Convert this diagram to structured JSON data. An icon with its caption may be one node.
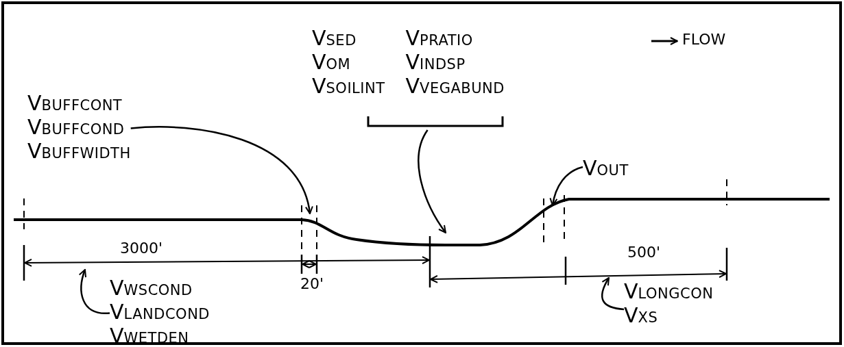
{
  "diagram": {
    "nodes": [
      {
        "text": [
          "V$_{BUFFCONT}$",
          "V$_{BUFFCOND}$",
          "V$_{BUFFWIDTH}$"
        ]
      },
      {
        "text": [
          "V$_{SED}$",
          "V$_{PRATIO}$",
          "V$_{OM}$",
          "V$_{INDSP}$",
          "V$_{SOILINT}$",
          "V$_{VEGABUND}$"
        ]
      },
      {
        "text": [
          "V$_{OUT}$"
        ]
      },
      {
        "text": [
          "V$_{WSCOND}$",
          "V$_{LANDCOND}$",
          "V$_{WETDEN}$"
        ]
      },
      {
        "text": [
          "V$_{LONGCON}$",
          "V$_{XS}$"
        ]
      }
    ],
    "edges": [
      {
        "from": 0,
        "to": null,
        "arrow": "to"
      },
      {
        "from": 1,
        "to": null,
        "arrow": "to"
      },
      {
        "from": 2,
        "to": null,
        "arrow": "to"
      },
      {
        "from": 3,
        "to": null,
        "arrow": "to"
      },
      {
        "from": 4,
        "to": null,
        "arrow": "to"
      }
    ],
    "labels": [
      "FLOW",
      "3000'",
      "20'",
      "500'"
    ]
  }
}
